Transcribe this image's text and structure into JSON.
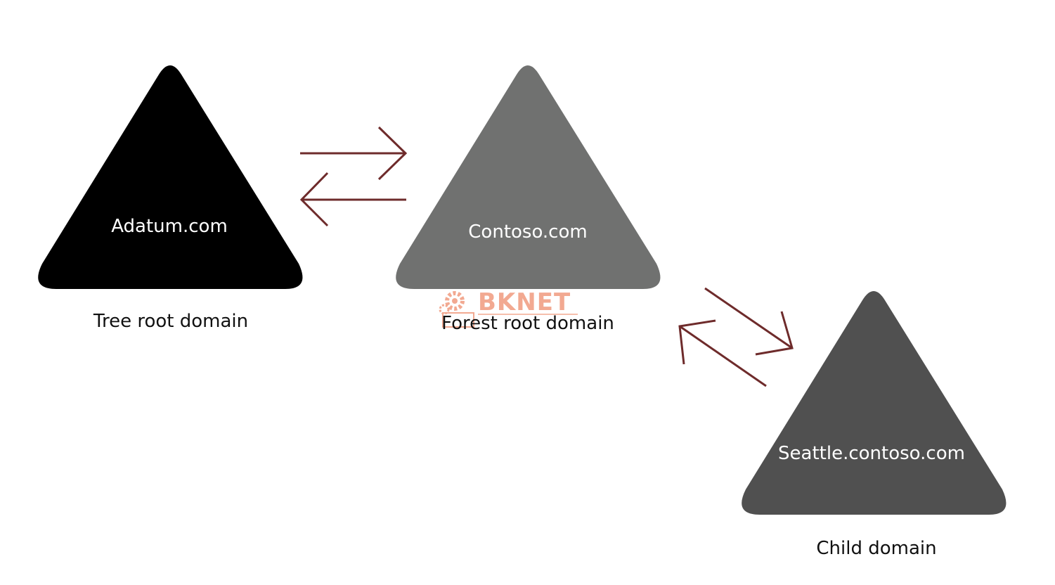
{
  "diagram": {
    "domains": [
      {
        "name": "Adatum.com",
        "caption": "Tree root domain",
        "color": "#000000"
      },
      {
        "name": "Contoso.com",
        "caption": "Forest root domain",
        "color": "#707170"
      },
      {
        "name": "Seattle.contoso.com",
        "caption": "Child domain",
        "color": "#505050"
      }
    ],
    "arrow_color": "#6e2b2b",
    "watermark": {
      "text": "BKNET",
      "color": "#f2a58c"
    }
  }
}
